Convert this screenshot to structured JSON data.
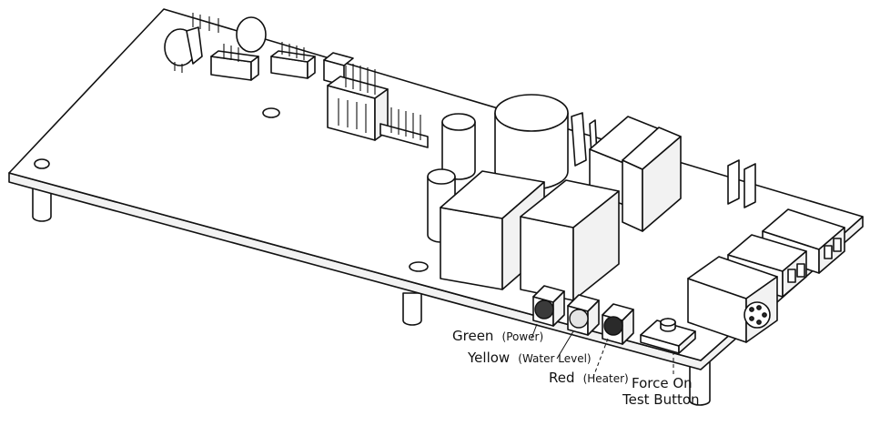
{
  "labels": {
    "green": {
      "main": "Green",
      "sub": "(Power)"
    },
    "yellow": {
      "main": "Yellow",
      "sub": "(Water Level)"
    },
    "red": {
      "main": "Red",
      "sub": "(Heater)"
    },
    "test_button": {
      "line1": "Force On",
      "line2": "Test Button"
    }
  },
  "led_colors": {
    "green": "#3a3a3a",
    "yellow": "#e4e4e4",
    "red": "#2a2a2a"
  }
}
